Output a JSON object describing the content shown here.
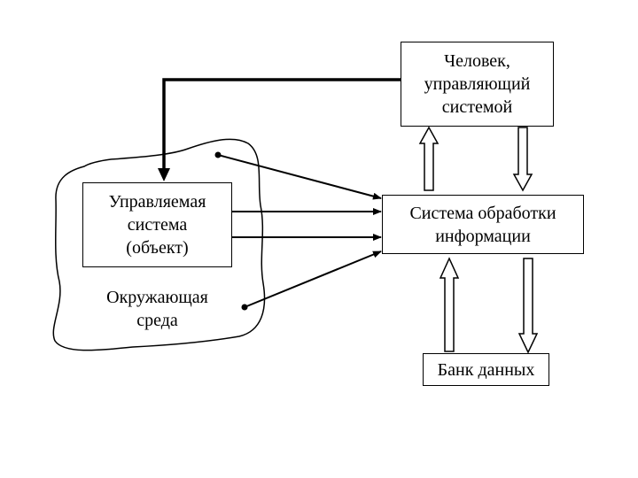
{
  "diagram": {
    "nodes": {
      "human": {
        "label": "Человек,\nуправляющий\nсистемой"
      },
      "processing": {
        "label": "Система обработки\nинформации"
      },
      "managed": {
        "label": "Управляемая\nсистема\n(объект)"
      },
      "environment": {
        "label": "Окружающая\nсреда"
      },
      "databank": {
        "label": "Банк данных"
      }
    },
    "edges": [
      {
        "from": "human",
        "to": "managed",
        "style": "thick-line"
      },
      {
        "from": "environment",
        "to": "processing",
        "style": "arrow"
      },
      {
        "from": "managed",
        "to": "processing",
        "style": "arrow",
        "count": 2
      },
      {
        "from": "processing",
        "to": "human",
        "style": "hollow-arrow"
      },
      {
        "from": "human",
        "to": "processing",
        "style": "hollow-arrow"
      },
      {
        "from": "databank",
        "to": "processing",
        "style": "hollow-arrow"
      },
      {
        "from": "processing",
        "to": "databank",
        "style": "hollow-arrow"
      }
    ]
  }
}
